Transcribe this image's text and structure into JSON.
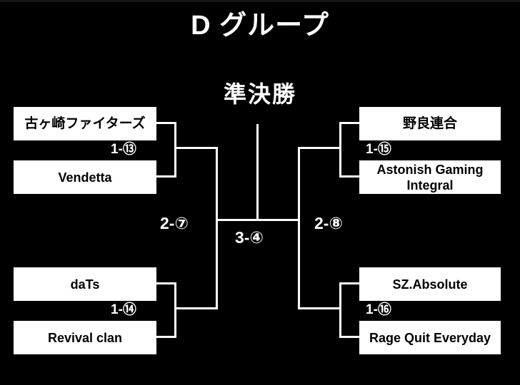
{
  "header": {
    "title": "D グループ",
    "round_label": "準決勝"
  },
  "bracket": {
    "quarterfinals": [
      {
        "id": "left-top",
        "match_code": "1-⑬",
        "teams": [
          {
            "name": "古ヶ崎ファイターズ"
          },
          {
            "name": "Vendetta"
          }
        ]
      },
      {
        "id": "left-bottom",
        "match_code": "1-⑭",
        "teams": [
          {
            "name": "daTs"
          },
          {
            "name": "Revival clan"
          }
        ]
      },
      {
        "id": "right-top",
        "match_code": "1-⑮",
        "teams": [
          {
            "name": "野良連合"
          },
          {
            "name": "Astonish Gaming Integral"
          }
        ]
      },
      {
        "id": "right-bottom",
        "match_code": "1-⑯",
        "teams": [
          {
            "name": "SZ.Absolute"
          },
          {
            "name": "Rage Quit Everyday"
          }
        ]
      }
    ],
    "semifinals": [
      {
        "id": "semi-left",
        "match_code": "2-⑦"
      },
      {
        "id": "semi-right",
        "match_code": "2-⑧"
      }
    ],
    "final": {
      "id": "final",
      "match_code": "3-④"
    }
  },
  "colors": {
    "background": "#000000",
    "box_fill": "#ffffff",
    "box_text": "#000000",
    "line": "#ffffff",
    "label_text": "#ffffff"
  }
}
